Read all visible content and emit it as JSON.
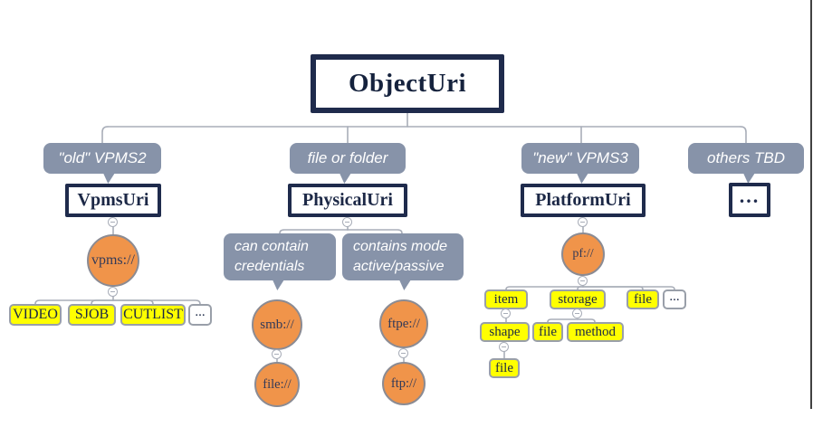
{
  "colors": {
    "navy_border": "#1f2b4c",
    "navy_text": "#1c2846",
    "callout_slate": "#8793a9",
    "scheme_orange": "#f0944a",
    "leaf_yellow": "#ffff00",
    "connector_gray": "#a8adb8"
  },
  "root": {
    "label": "ObjectUri"
  },
  "branches": {
    "vpms": {
      "note": "\"old\" VPMS2",
      "title": "VpmsUri",
      "scheme": "vpms://",
      "children": [
        "VIDEO",
        "SJOB",
        "CUTLIST",
        "..."
      ]
    },
    "physical": {
      "note": "file or folder",
      "title": "PhysicalUri",
      "smb": {
        "note": "can contain credentials",
        "scheme": "smb://",
        "child": "file://"
      },
      "ftpe": {
        "note": "contains mode active/passive",
        "scheme": "ftpe://",
        "child": "ftp://"
      }
    },
    "platform": {
      "note": "\"new\" VPMS3",
      "title": "PlatformUri",
      "scheme": "pf://",
      "children": [
        "item",
        "storage",
        "file",
        "..."
      ],
      "item": {
        "child": "shape"
      },
      "shape": {
        "child": "file"
      },
      "storage": {
        "children": [
          "file",
          "method"
        ]
      }
    },
    "others": {
      "note": "others TBD",
      "title": "..."
    }
  }
}
